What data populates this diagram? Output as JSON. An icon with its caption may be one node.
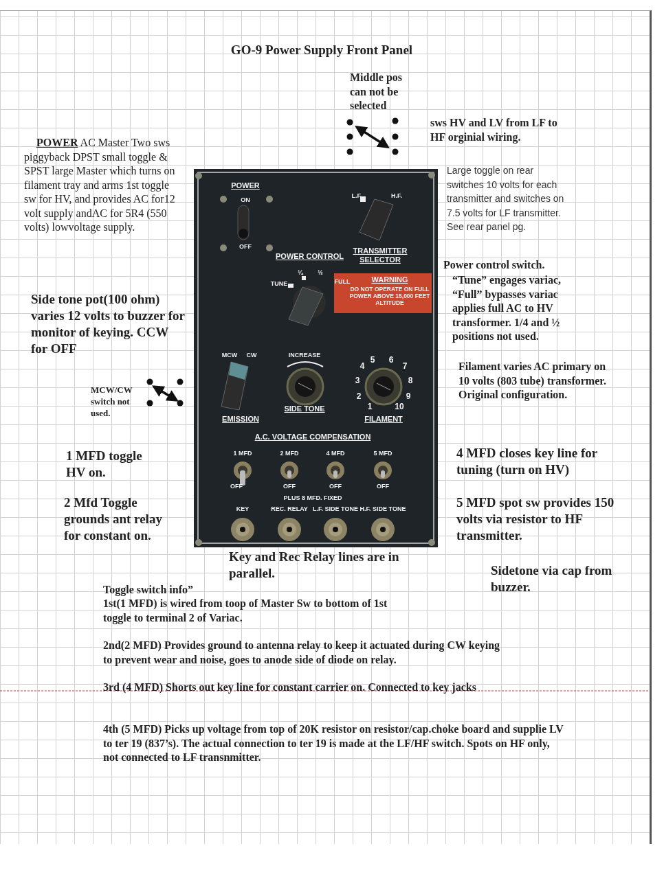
{
  "diagram": {
    "title": "GO-9 Power Supply Front Panel",
    "labels": [
      "Middle pos can not be selected",
      "sws HV and LV from LF to HF orginial wiring.",
      "**POWER** AC Master Two sws piggyback DPST small toggle & SPST large Master which turns on filament tray and arms 1st toggle sw for HV, and provides AC for12 volt supply andAC for 5R4 (550 volts) lowvoltage supply.",
      "Large toggle on rear switches 10 volts for each transmitter and switches on 7.5 volts for LF transmitter. See rear panel pg.",
      "Power control switch.",
      "Side tone pot(100 ohm) varies 12 volts to buzzer for monitor of keying. CCW for OFF",
      "“Tune” engages variac, “Full” bypasses variac applies full AC to HV transformer. 1/4 and ½ positions not used.",
      "MCW/CW switch not used.",
      "Filament varies AC primary on 10 volts (803 tube) transformer. Original configuration.",
      "1 MFD toggle HV on.",
      "4 MFD closes key line for tuning (turn on HV)",
      "2 Mfd Toggle grounds ant relay for constant on.",
      "5 MFD spot sw provides 150 volts via resistor to HF transmitter.",
      "Key and Rec Relay lines are in parallel.",
      "Sidetone via cap from buzzer.",
      "Toggle switch info”",
      "1st(1 MFD) is wired from toop of Master Sw to bottom of 1st toggle to terminal 2 of Variac.",
      "2nd(2 MFD) Provides ground to antenna relay to keep it actuated during CW keying to prevent wear and noise, goes to anode side of diode on relay.",
      "3rd (4 MFD) Shorts out key line for constant carrier on. Connected to key jacks",
      "4th (5 MFD) Picks up voltage from top of 20K resistor on resistor/cap.choke board and supplie LV to ter 19 (837’s). The actual connection to ter 19 is made at the LF/HF switch. Spots on HF only, not connected to LF transnmitter.",
      "POWER",
      "ON",
      "OFF",
      "L.F.",
      "H.F.",
      "POWER CONTROL",
      "TRANSMITTER SELECTOR",
      "TUNE",
      "¼",
      "½",
      "FULL",
      "WARNING",
      "DO NOT OPERATE ON FULL POWER ABOVE 15,000 FEET ALTITUDE",
      "MCW",
      "CW",
      "INCREASE",
      "4",
      "5",
      "6",
      "7",
      "3",
      "8",
      "2",
      "9",
      "1",
      "10",
      "EMISSION",
      "SIDE TONE",
      "FILAMENT",
      "A.C. VOLTAGE COMPENSATION",
      "1 MFD",
      "2 MFD",
      "4 MFD",
      "5 MFD",
      "OFF",
      "OFF",
      "OFF",
      "OFF",
      "PLUS 8 MFD. FIXED",
      "KEY",
      "REC. RELAY",
      "L.F. SIDE TONE",
      "H.F. SIDE TONE"
    ]
  }
}
